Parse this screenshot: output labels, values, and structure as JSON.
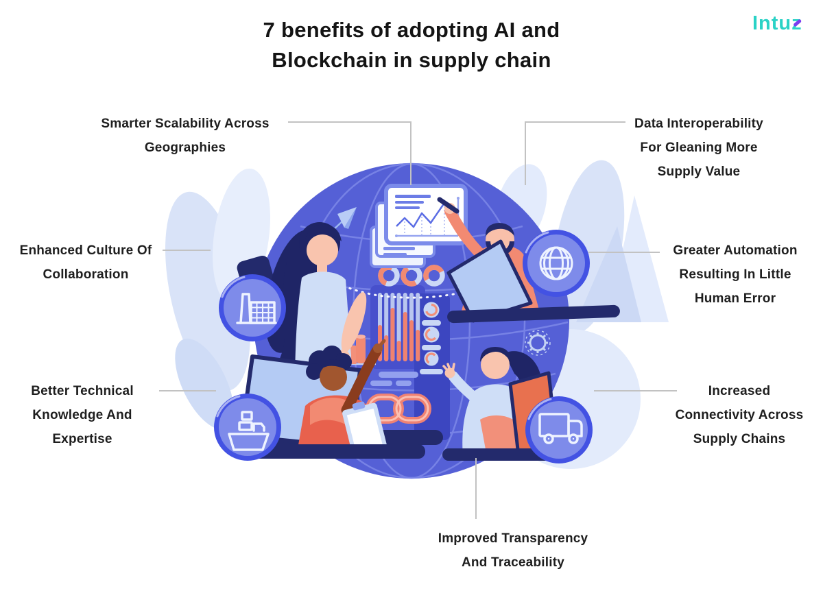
{
  "title": {
    "lines": [
      "7 benefits of adopting AI and",
      "Blockchain in supply chain"
    ]
  },
  "logo": {
    "part1": "Intu",
    "part2": "z"
  },
  "benefits": [
    {
      "id": "smarter-scalability",
      "lines": [
        "Smarter Scalability Across",
        "Geographies"
      ]
    },
    {
      "id": "data-interoperability",
      "lines": [
        "Data Interoperability",
        "For Gleaning More",
        "Supply Value"
      ]
    },
    {
      "id": "enhanced-culture",
      "lines": [
        "Enhanced Culture Of",
        "Collaboration"
      ]
    },
    {
      "id": "greater-automation",
      "lines": [
        "Greater Automation",
        "Resulting In Little",
        "Human Error"
      ]
    },
    {
      "id": "better-technical",
      "lines": [
        "Better Technical",
        "Knowledge And",
        "Expertise"
      ]
    },
    {
      "id": "increased-connectivity",
      "lines": [
        "Increased",
        "Connectivity Across",
        "Supply Chains"
      ]
    },
    {
      "id": "improved-transparency",
      "lines": [
        "Improved Transparency",
        "And Traceability"
      ]
    }
  ],
  "illustration": {
    "icons": [
      "factory-icon",
      "globe-icon",
      "ship-icon",
      "truck-icon",
      "chain-link-icon",
      "gear-icon",
      "paper-plane-icon",
      "bar-chart-icon",
      "line-chart-icon",
      "progress-rings-icon",
      "laptop-icon"
    ],
    "colors": {
      "globe": "#5560d6",
      "globe_grid": "#7d88e8",
      "navy": "#232a6c",
      "salmon": "#f28a72",
      "salmon_deep": "#e8614d",
      "skin_light": "#f9c4ae",
      "skin_dark": "#a1562f",
      "cloth_blue": "#cfdef7",
      "leaf": "#d9e3f8",
      "badge_ring": "#4352e3",
      "badge_fill": "#7e8bea",
      "icon_stroke": "#eef3ff",
      "connector": "#c2c2c2",
      "logo_teal": "#2ad2c6",
      "logo_purple": "#7b3cf0",
      "title_text": "#141414",
      "label_text": "#1e1e1e"
    }
  }
}
